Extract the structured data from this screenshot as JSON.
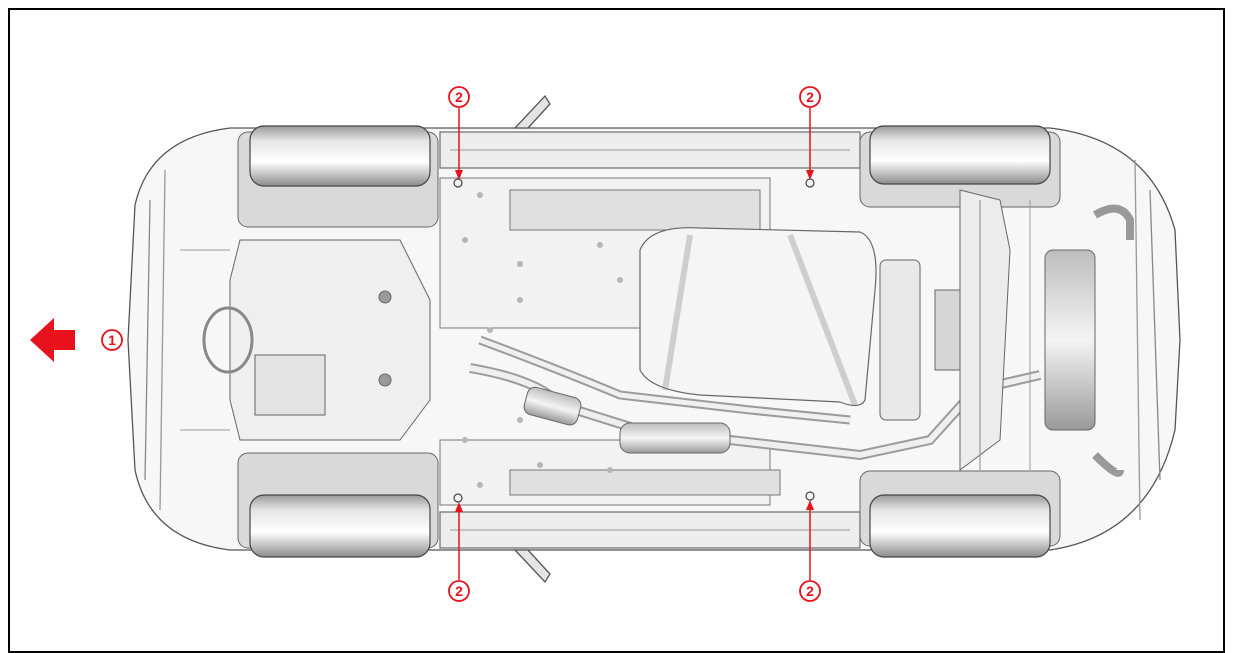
{
  "diagram": {
    "accent_color": "#e8121c",
    "callouts": {
      "direction_marker": "1",
      "lift_points": [
        "2",
        "2",
        "2",
        "2"
      ]
    },
    "icons": {
      "direction": "front-direction-arrow-icon"
    }
  }
}
